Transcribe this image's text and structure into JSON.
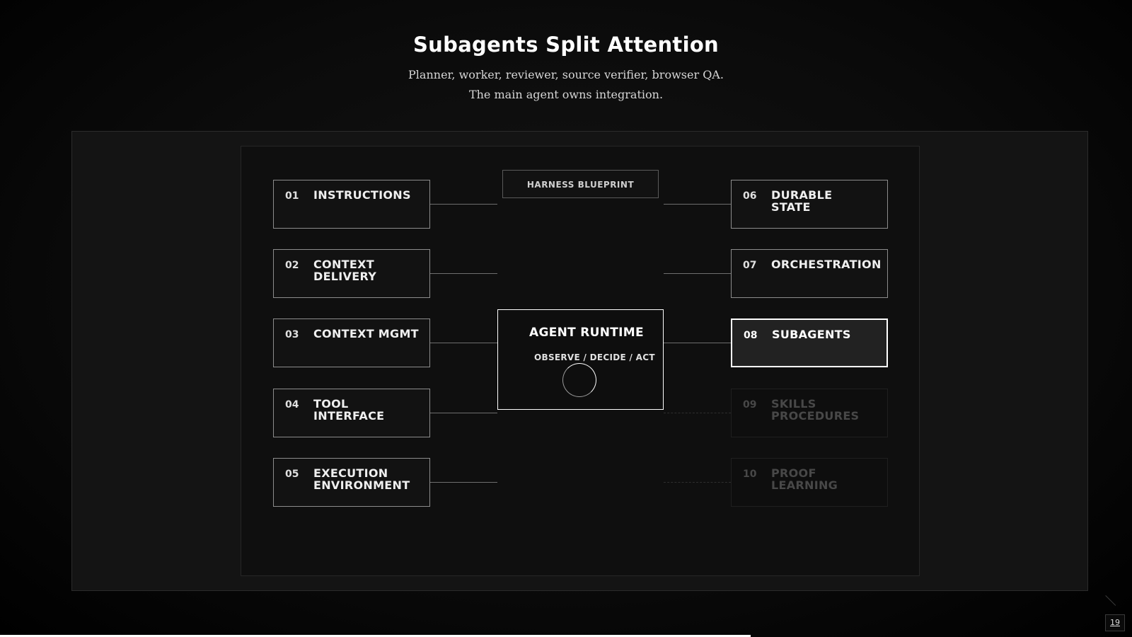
{
  "header": {
    "title": "Subagents Split Attention",
    "subtitle_line1": "Planner, worker, reviewer, source verifier, browser QA.",
    "subtitle_line2": "The main agent owns integration."
  },
  "diagram": {
    "blueprint_label": "HARNESS BLUEPRINT",
    "runtime": {
      "title": "AGENT RUNTIME",
      "subtitle": "OBSERVE / DECIDE / ACT"
    },
    "left_nodes": [
      {
        "num": "01",
        "label": "INSTRUCTIONS"
      },
      {
        "num": "02",
        "label": "CONTEXT DELIVERY"
      },
      {
        "num": "03",
        "label": "CONTEXT MGMT"
      },
      {
        "num": "04",
        "label": "TOOL INTERFACE"
      },
      {
        "num": "05",
        "label": "EXECUTION ENVIRONMENT"
      }
    ],
    "right_nodes": [
      {
        "num": "06",
        "label": "DURABLE STATE",
        "state": "normal"
      },
      {
        "num": "07",
        "label": "ORCHESTRATION",
        "state": "normal"
      },
      {
        "num": "08",
        "label": "SUBAGENTS",
        "state": "active"
      },
      {
        "num": "09",
        "label": "SKILLS PROCEDURES",
        "state": "faded"
      },
      {
        "num": "10",
        "label": "PROOF LEARNING",
        "state": "faded"
      }
    ]
  },
  "footer": {
    "page_number": "19",
    "progress_fraction": 0.663
  },
  "colors": {
    "background": "#000000",
    "panel": "#141414",
    "active_border": "#ffffff",
    "faded_text": "#484848"
  }
}
